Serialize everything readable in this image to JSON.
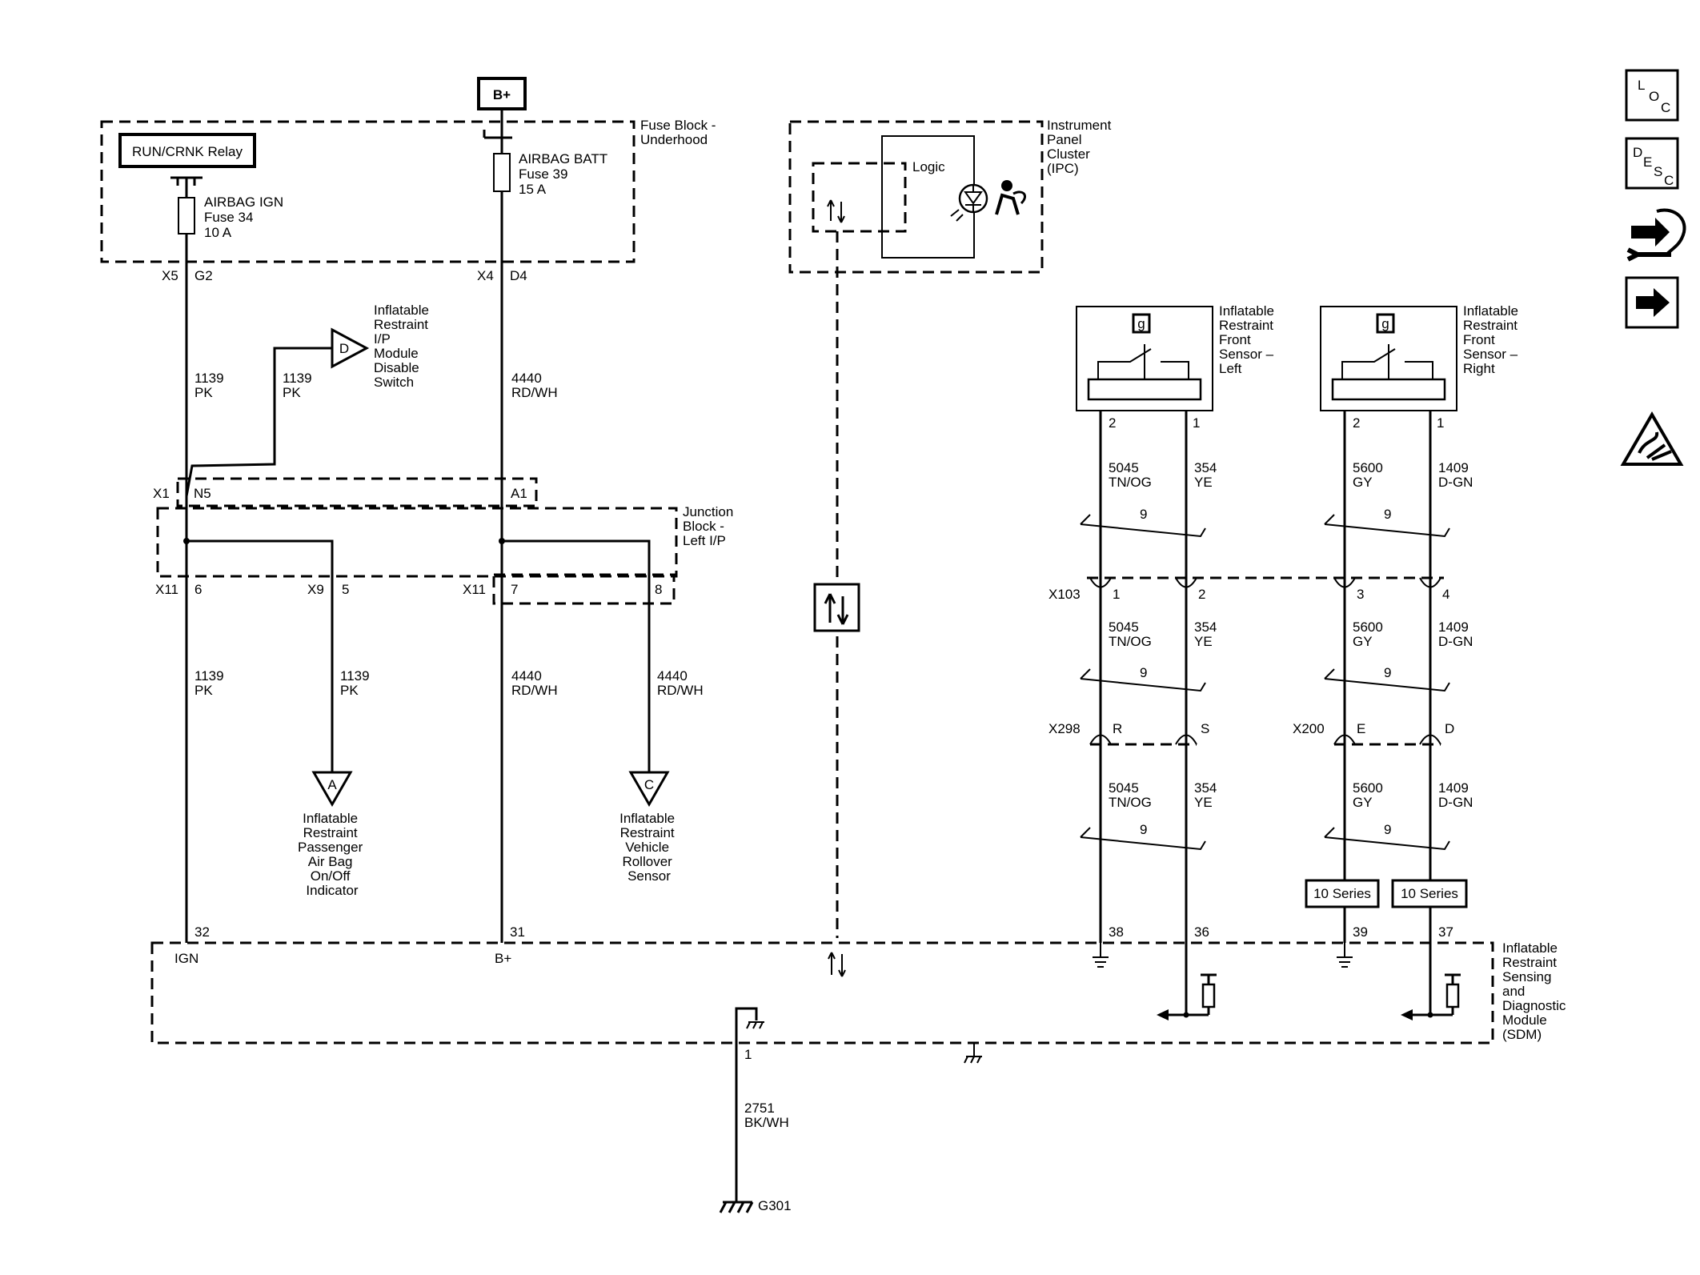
{
  "power": {
    "b_plus": "B+"
  },
  "relay": {
    "label": "RUN/CRNK Relay"
  },
  "fuse_block": {
    "line1": "Fuse Block -",
    "line2": "Underhood"
  },
  "fuses": [
    {
      "name": "AIRBAG IGN",
      "fuse": "Fuse 34",
      "rating": "10 A"
    },
    {
      "name": "AIRBAG BATT",
      "fuse": "Fuse 39",
      "rating": "15 A"
    }
  ],
  "fuse_conn": {
    "x5": "X5",
    "g2": "G2",
    "x4": "X4",
    "d4": "D4"
  },
  "wires_top": [
    {
      "circuit": "1139",
      "color": "PK"
    },
    {
      "circuit": "1139",
      "color": "PK"
    },
    {
      "circuit": "4440",
      "color": "RD/WH"
    }
  ],
  "disable_switch": {
    "letter": "D",
    "lines": [
      "Inflatable",
      "Restraint",
      "I/P",
      "Module",
      "Disable",
      "Switch"
    ]
  },
  "junction_conn": {
    "x1": "X1",
    "n5": "N5",
    "a1": "A1",
    "x11a": "X11",
    "p6": "6",
    "x9": "X9",
    "p5": "5",
    "x11b": "X11",
    "p7": "7",
    "p8": "8"
  },
  "junction_block": {
    "lines": [
      "Junction",
      "Block -",
      "Left I/P"
    ]
  },
  "wires_mid": [
    {
      "circuit": "1139",
      "color": "PK"
    },
    {
      "circuit": "1139",
      "color": "PK"
    },
    {
      "circuit": "4440",
      "color": "RD/WH"
    },
    {
      "circuit": "4440",
      "color": "RD/WH"
    }
  ],
  "ref_a": {
    "letter": "A",
    "lines": [
      "Inflatable",
      "Restraint",
      "Passenger",
      "Air Bag",
      "On/Off",
      "Indicator"
    ]
  },
  "ref_c": {
    "letter": "C",
    "lines": [
      "Inflatable",
      "Restraint",
      "Vehicle",
      "Rollover",
      "Sensor"
    ]
  },
  "ipc": {
    "logic": "Logic",
    "lines": [
      "Instrument",
      "Panel",
      "Cluster",
      "(IPC)"
    ]
  },
  "sensor_left": {
    "g": "g",
    "lines": [
      "Inflatable",
      "Restraint",
      "Front",
      "Sensor –",
      "Left"
    ],
    "pin2": "2",
    "pin1": "1"
  },
  "sensor_right": {
    "g": "g",
    "lines": [
      "Inflatable",
      "Restraint",
      "Front",
      "Sensor –",
      "Right"
    ],
    "pin2": "2",
    "pin1": "1"
  },
  "sensor_wires": [
    {
      "circuit": "5045",
      "color": "TN/OG"
    },
    {
      "circuit": "354",
      "color": "YE"
    },
    {
      "circuit": "5600",
      "color": "GY"
    },
    {
      "circuit": "1409",
      "color": "D-GN"
    }
  ],
  "twist": "9",
  "x103": {
    "name": "X103",
    "pins": [
      "1",
      "2",
      "3",
      "4"
    ]
  },
  "x298": {
    "name": "X298",
    "pins": [
      "R",
      "S"
    ]
  },
  "x200": {
    "name": "X200",
    "pins": [
      "E",
      "D"
    ]
  },
  "series": [
    "10 Series",
    "10 Series"
  ],
  "sdm": {
    "pins": {
      "p32": "32",
      "p31": "31",
      "p38": "38",
      "p36": "36",
      "p39": "39",
      "p37": "37",
      "p1": "1"
    },
    "ign": "IGN",
    "bplus": "B+",
    "lines": [
      "Inflatable",
      "Restraint",
      "Sensing",
      "and",
      "Diagnostic",
      "Module",
      "(SDM)"
    ]
  },
  "ground": {
    "circuit": "2751",
    "color": "BK/WH",
    "name": "G301"
  },
  "side_icons": {
    "loc": [
      "L",
      "O",
      "C"
    ],
    "desc": [
      "D",
      "E",
      "S",
      "C"
    ]
  }
}
